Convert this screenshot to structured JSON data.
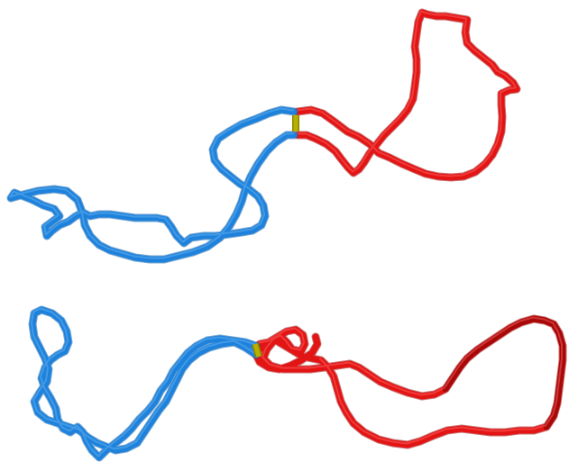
{
  "scene": {
    "background": "#ffffff",
    "colors": {
      "chain_a": "#1e82dc",
      "chain_a_dark": "#0d5fa8",
      "chain_a_light": "#6fb8f2",
      "chain_b": "#e31414",
      "chain_b_dark": "#9a0606",
      "chain_b_light": "#ff6a6a",
      "linker": "#b8b000"
    },
    "structures": [
      {
        "name": "top-structure",
        "chains": [
          "chain_a",
          "chain_b"
        ],
        "linker": true
      },
      {
        "name": "bottom-structure",
        "chains": [
          "chain_a",
          "chain_b"
        ],
        "linker": true
      }
    ]
  }
}
